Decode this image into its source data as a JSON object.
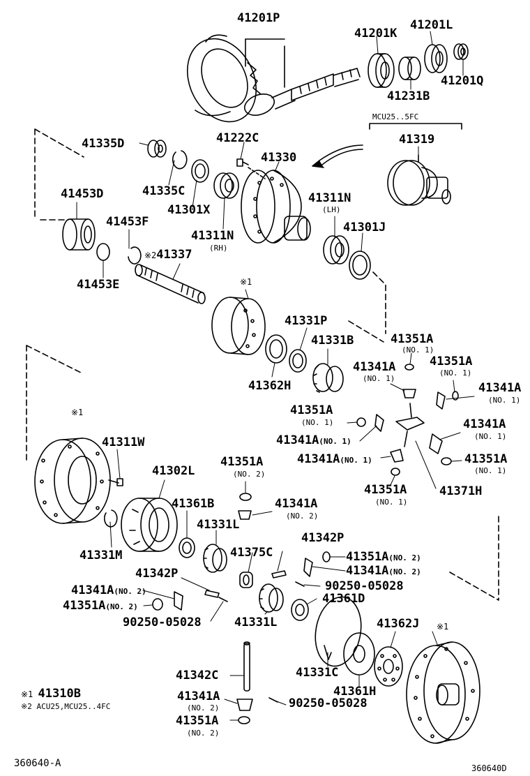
{
  "labels": {
    "p41201P": "41201P",
    "p41201K": "41201K",
    "p41201L": "41201L",
    "p41231B": "41231B",
    "p41201Q": "41201Q",
    "mcu5fc": "MCU25..5FC",
    "p41335D": "41335D",
    "p41222C": "41222C",
    "p41330": "41330",
    "p41319": "41319",
    "p41453D": "41453D",
    "p41335C": "41335C",
    "p41301X": "41301X",
    "p41311N_lh": "41311N",
    "lh": "(LH)",
    "p41453F": "41453F",
    "p41311N_rh": "41311N",
    "rh": "(RH)",
    "p41301J": "41301J",
    "mark2": "※2",
    "p41337": "41337",
    "p41453E": "41453E",
    "mark1a": "※1",
    "p41331P": "41331P",
    "p41331B": "41331B",
    "p41351A_a": "41351A",
    "no1a": "(NO. 1)",
    "p41362H": "41362H",
    "p41341A_a": "41341A",
    "no1b": "(NO. 1)",
    "p41351A_b": "41351A",
    "no1c": "(NO. 1)",
    "p41341A_b": "41341A",
    "no1d": "(NO. 1)",
    "p41351A_c": "41351A",
    "no1e": "(NO. 1)",
    "p41341A_c": "41341A",
    "no1f": "(NO. 1)",
    "p41341A_d": "41341A",
    "no1g": "(NO. 1)",
    "mark1b": "※1",
    "p41311W": "41311W",
    "p41341A_e": "41341A",
    "no1h": "(NO. 1)",
    "p41351A_d": "41351A",
    "no1i": "(NO. 1)",
    "p41351A_e": "41351A",
    "no1j": "(NO. 1)",
    "p41371H": "41371H",
    "p41302L": "41302L",
    "p41351A_f": "41351A",
    "no2a": "(NO. 2)",
    "p41341A_f": "41341A",
    "no2b": "(NO. 2)",
    "p41361B": "41361B",
    "p41331L_a": "41331L",
    "p41331M": "41331M",
    "p41342P_a": "41342P",
    "p41375C": "41375C",
    "p41351A_g": "41351A",
    "no2c": "(NO. 2)",
    "p41341A_g": "41341A",
    "no2d": "(NO. 2)",
    "p41342P_b": "41342P",
    "p90250_a": "90250-05028",
    "p41341A_h": "41341A",
    "no2e": "(NO. 2)",
    "p41361D": "41361D",
    "p41351A_h": "41351A",
    "no2f": "(NO. 2)",
    "p90250_b": "90250-05028",
    "p41331L_b": "41331L",
    "p41362J": "41362J",
    "mark1c": "※1",
    "p41342C": "41342C",
    "p41331C": "41331C",
    "p41361H": "41361H",
    "p41341A_i": "41341A",
    "no2g": "(NO. 2)",
    "p90250_c": "90250-05028",
    "p41351A_i": "41351A",
    "no2h": "(NO. 2)"
  },
  "notes": {
    "n1_mark": "※1",
    "n1_part": "41310B",
    "n2_mark": "※2",
    "n2_text": "ACU25,MCU25..4FC"
  },
  "footer": {
    "left": "360640-A",
    "right": "360640D"
  }
}
